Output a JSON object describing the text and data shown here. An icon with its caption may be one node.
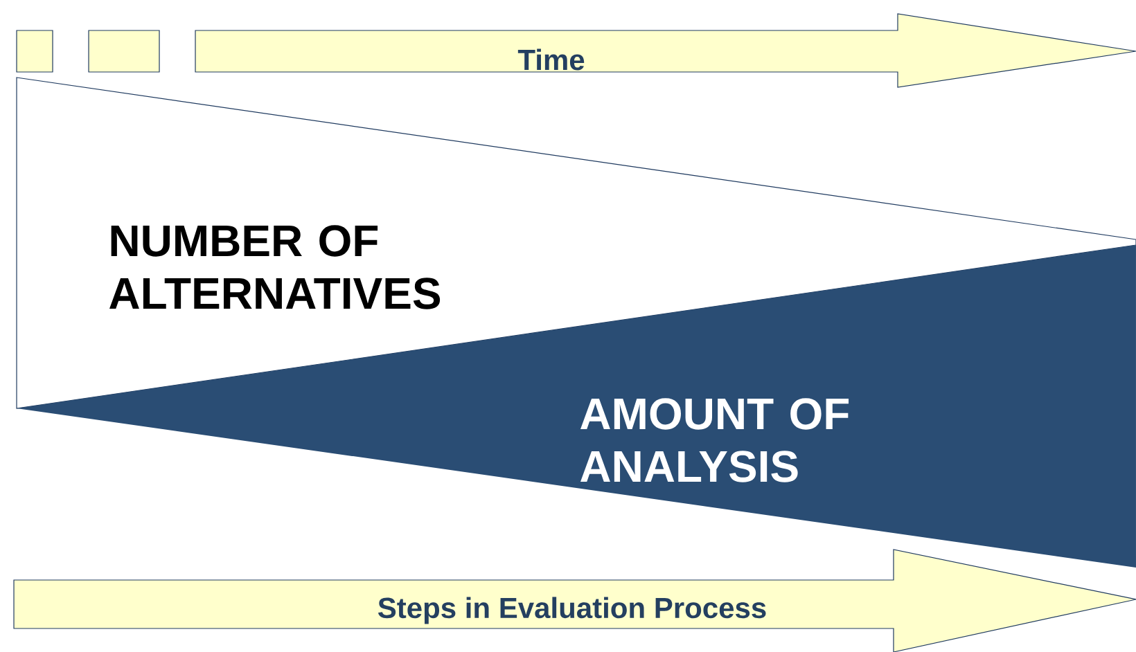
{
  "diagram": {
    "nodes": [
      {
        "text": [],
        "shape": "box"
      },
      {
        "text": [],
        "shape": "box"
      },
      {
        "text": [
          "Time"
        ]
      },
      {
        "text": [
          "NUMBER OF ALTERNATIVES"
        ]
      },
      {
        "text": [
          "AMOUNT OF ANALYSIS"
        ]
      },
      {
        "text": [
          "Steps in Evaluation Process"
        ]
      }
    ]
  }
}
